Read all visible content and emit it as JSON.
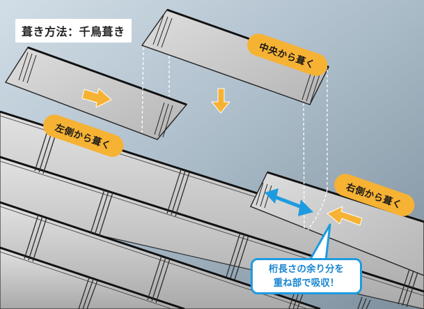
{
  "title": "葺き方法：千鳥葺き",
  "labels": {
    "center": "中央から葺く",
    "left": "左側から葺く",
    "right": "右側から葺く"
  },
  "callout": {
    "line1": "桁長さの余り分を",
    "line2": "重ね部で吸収！"
  },
  "colors": {
    "sky_top": "#c3d3df",
    "sky_bottom": "#8a9aa8",
    "roof_panel": "#c8c8c8",
    "panel_edge": "#333333",
    "arrow_orange": "#f6b233",
    "callout_blue": "#1e9be0"
  }
}
